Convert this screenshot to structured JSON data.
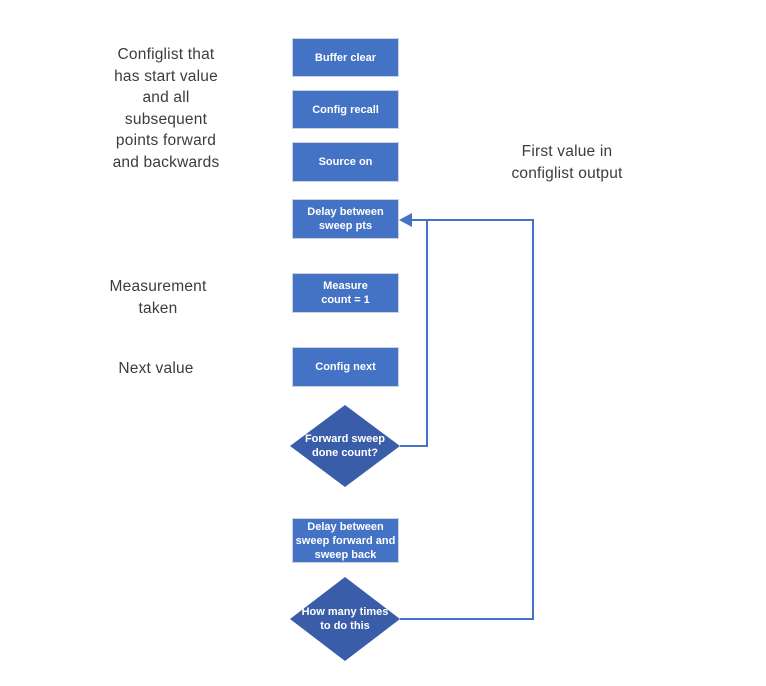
{
  "colors": {
    "background": "#FFFFFF",
    "process_fill": "#4472C4",
    "process_border": "#CCD3DF",
    "decision_fill": "#3A5DA9",
    "connector": "#4472C4",
    "shape_text": "#FFFFFF",
    "annotation_text": "#3C3C3C"
  },
  "annotations": {
    "configlist": "Configlist that\nhas start value\nand all\nsubsequent\npoints forward\nand backwards",
    "measurement": "Measurement\ntaken",
    "next_value": "Next value",
    "first_value": "First value in\nconfiglist output"
  },
  "process_steps": [
    {
      "id": "buffer-clear",
      "label": "Buffer clear"
    },
    {
      "id": "config-recall",
      "label": "Config recall"
    },
    {
      "id": "source-on",
      "label": "Source on"
    },
    {
      "id": "delay-sweep-pts",
      "label": "Delay between\nsweep pts"
    },
    {
      "id": "measure-count",
      "label": "Measure\ncount = 1"
    },
    {
      "id": "config-next",
      "label": "Config next"
    },
    {
      "id": "delay-forward-back",
      "label": "Delay between\nsweep forward and\nsweep back"
    }
  ],
  "decisions": [
    {
      "id": "forward-sweep-done",
      "label": "Forward sweep\ndone count?"
    },
    {
      "id": "how-many-times",
      "label": "How many times\nto do this"
    }
  ]
}
